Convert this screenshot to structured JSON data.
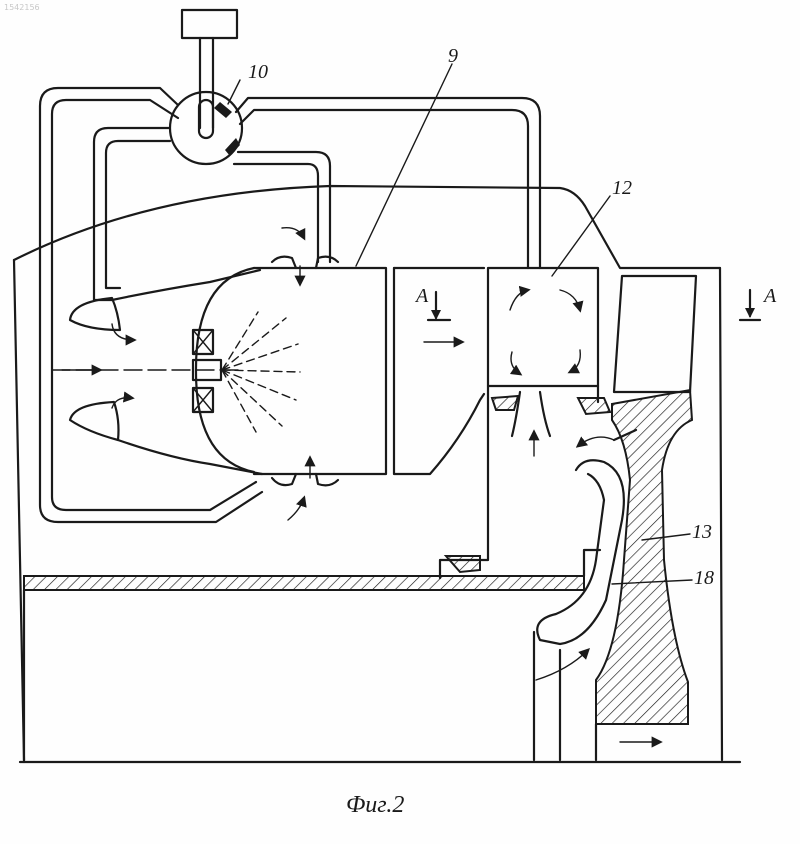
{
  "stamp_text": "1542156",
  "labels": {
    "part_10": "10",
    "part_9": "9",
    "part_12": "12",
    "part_13": "13",
    "part_18": "18",
    "section_left": "A",
    "section_right": "A"
  },
  "caption": "Фиг.2"
}
